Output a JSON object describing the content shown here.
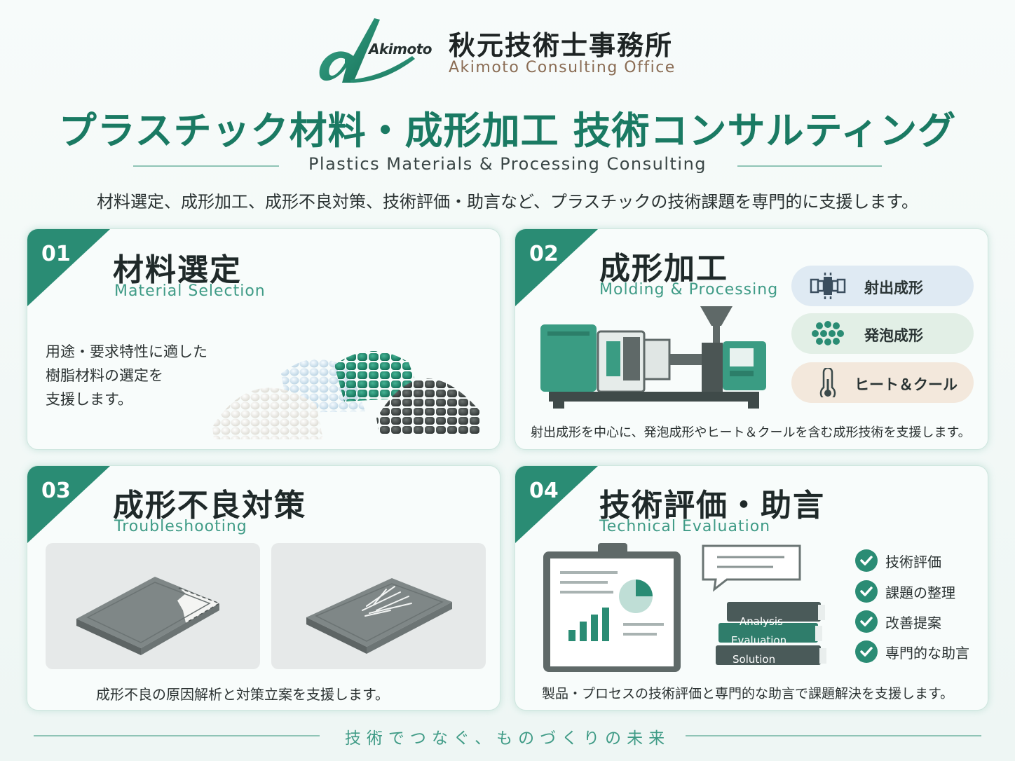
{
  "brand": {
    "logo_word": "Akimoto",
    "name_ja": "秋元技術士事務所",
    "name_en": "Akimoto Consulting Office"
  },
  "headline": {
    "title_ja": "プラスチック材料・成形加工 技術コンサルティング",
    "title_en": "Plastics Materials & Processing Consulting",
    "subtitle": "材料選定、成形加工、成形不良対策、技術評価・助言など、プラスチックの技術課題を専門的に支援します。"
  },
  "colors": {
    "accent": "#2a8c74",
    "accent_dark": "#1a7a63"
  },
  "cards": [
    {
      "num": "01",
      "title_ja": "材料選定",
      "title_en": "Material Selection",
      "desc": [
        "用途・要求特性に適した",
        "樹脂材料の選定を",
        "支援します。"
      ],
      "image": "plastic-pellets-illustration"
    },
    {
      "num": "02",
      "title_ja": "成形加工",
      "title_en": "Molding & Processing",
      "image": "injection-molding-machine-illustration",
      "methods": [
        {
          "label": "射出成形",
          "icon": "mold-icon",
          "bg": "#dfeaf3"
        },
        {
          "label": "発泡成形",
          "icon": "foam-bubbles-icon",
          "bg": "#e2efe6"
        },
        {
          "label": "ヒート＆クール",
          "icon": "thermometer-icon",
          "bg": "#f3e8dc"
        }
      ],
      "footer": "射出成形を中心に、発泡成形やヒート＆クールを含む成形技術を支援します。"
    },
    {
      "num": "03",
      "title_ja": "成形不良対策",
      "title_en": "Troubleshooting",
      "images": [
        "short-shot-defect-illustration",
        "crack-defect-illustration"
      ],
      "footer": "成形不良の原因解析と対策立案を支援します。"
    },
    {
      "num": "04",
      "title_ja": "技術評価・助言",
      "title_en": "Technical Evaluation",
      "books": [
        "Analysis",
        "Evaluation",
        "Solution"
      ],
      "checks": [
        "技術評価",
        "課題の整理",
        "改善提案",
        "専門的な助言"
      ],
      "footer": "製品・プロセスの技術評価と専門的な助言で課題解決を支援します。"
    }
  ],
  "tagline": "技術でつなぐ、ものづくりの未来"
}
